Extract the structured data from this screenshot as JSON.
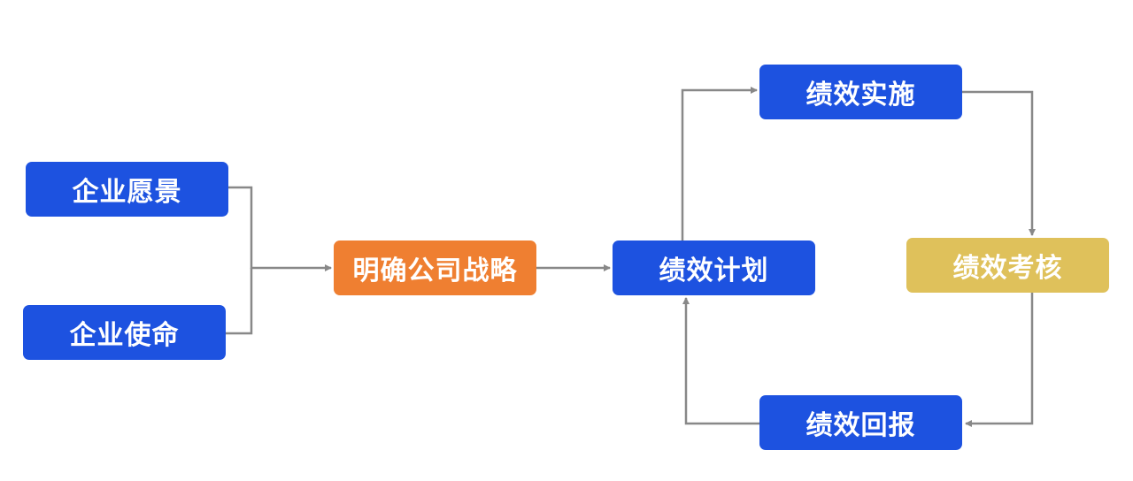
{
  "nodes": {
    "vision": {
      "label": "企业愿景"
    },
    "mission": {
      "label": "企业使命"
    },
    "strategy": {
      "label": "明确公司战略"
    },
    "plan": {
      "label": "绩效计划"
    },
    "impl": {
      "label": "绩效实施"
    },
    "assess": {
      "label": "绩效考核"
    },
    "feedback": {
      "label": "绩效回报"
    }
  },
  "colors": {
    "primary": "#1d52e0",
    "strategy": "#ef7f31",
    "assessment": "#dfc15b",
    "connector": "#888888",
    "text": "#ffffff"
  },
  "edges": [
    {
      "from": "vision",
      "to": "strategy"
    },
    {
      "from": "mission",
      "to": "strategy"
    },
    {
      "from": "strategy",
      "to": "plan"
    },
    {
      "from": "plan",
      "to": "impl"
    },
    {
      "from": "impl",
      "to": "assess"
    },
    {
      "from": "assess",
      "to": "feedback"
    },
    {
      "from": "feedback",
      "to": "plan"
    }
  ]
}
